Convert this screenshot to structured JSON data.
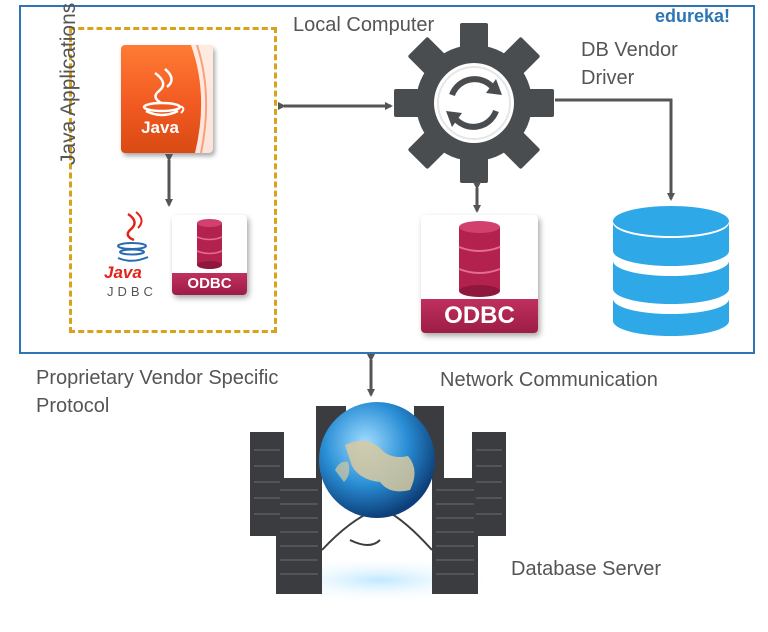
{
  "brand": "edureka!",
  "labels": {
    "local_computer": "Local Computer",
    "db_vendor_driver_line1": "DB Vendor",
    "db_vendor_driver_line2": "Driver",
    "java_applications": "Java Applications",
    "proprietary_line1": "Proprietary Vendor Specific",
    "proprietary_line2": "Protocol",
    "network_communication": "Network Communication",
    "database_server": "Database Server"
  },
  "icons": {
    "java_app_tile_label": "Java",
    "java_logo_word": "Java",
    "jdbc": "JDBC",
    "odbc_small": "ODBC",
    "odbc_large": "ODBC"
  },
  "colors": {
    "frame_blue": "#2e75b6",
    "dashed_gold": "#d9a21b",
    "java_orange": "#f15a22",
    "odbc_crimson": "#9c1d46",
    "gear_gray": "#4a4d50",
    "database_blue": "#2fa8e8",
    "label_gray": "#555555"
  }
}
